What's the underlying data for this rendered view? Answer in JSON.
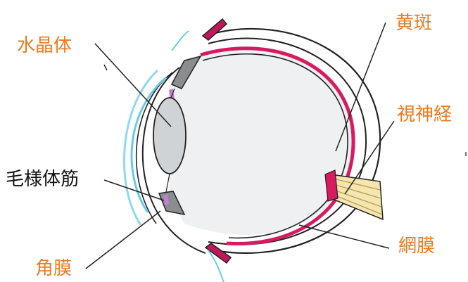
{
  "labels": {
    "lens": "水晶体",
    "ciliary_muscle": "毛様体筋",
    "cornea": "角膜",
    "macula": "黄斑",
    "optic_nerve": "視神経",
    "retina": "網膜"
  },
  "colors": {
    "accent_label": "#ee7a1e",
    "retina": "#d81b60",
    "cornea_tint": "#66ccee",
    "lens": "#cfd3d6",
    "outline": "#222222"
  }
}
